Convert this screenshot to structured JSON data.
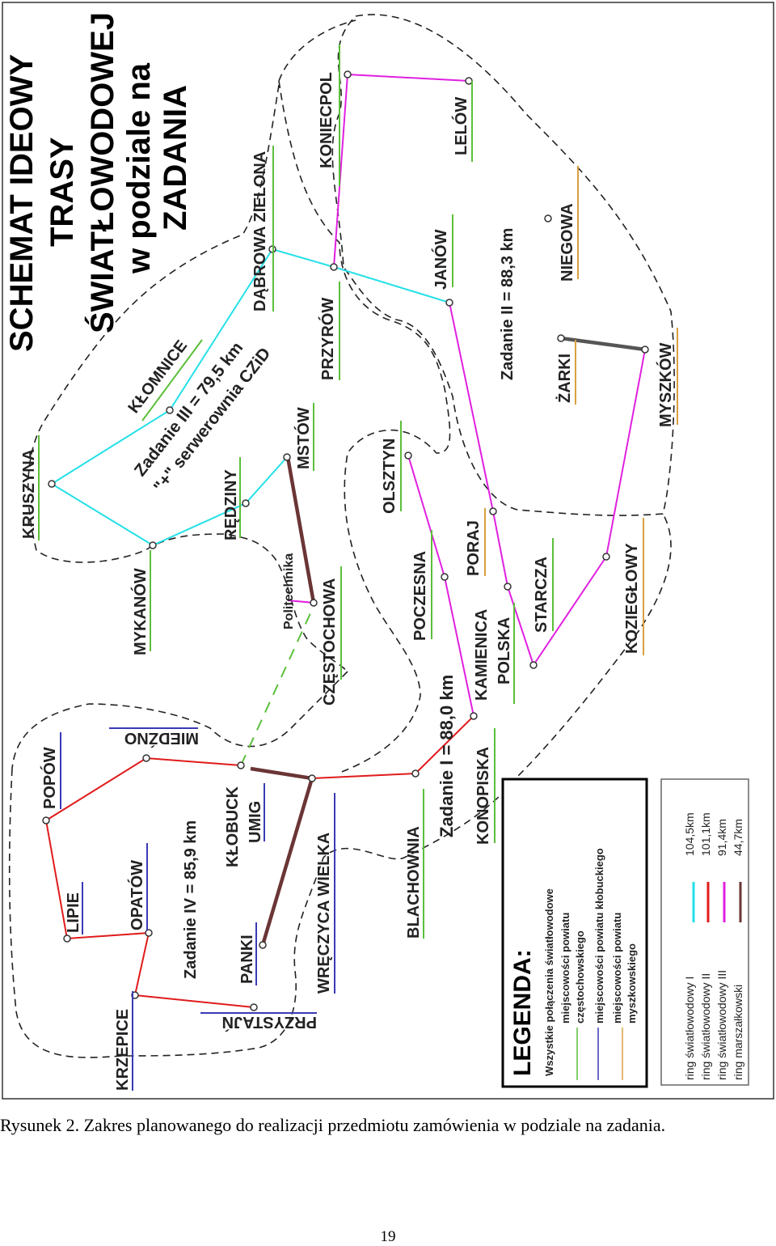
{
  "title": {
    "line1": "SCHEMAT IDEOWY",
    "line2": "TRASY",
    "line3": "ŚWIATŁOWODOWEJ",
    "line4": "w podziale na",
    "line5": "ZADANIA"
  },
  "tasks": {
    "task1": "Zadanie I = 88,0 km",
    "task2": "Zadanie II = 88,3 km",
    "task3a": "Zadanie III = 79,5 km",
    "task3b": "\"+\" serwerownia CZiD",
    "task4": "Zadanie IV = 85,9 km"
  },
  "places": {
    "kruszyna": "KRUSZYNA",
    "klomnice": "KŁOMNICE",
    "dabrowa_zielona": "DĄBROWA ZIELONA",
    "koniecpol": "KONIECPOL",
    "lelow": "LELÓW",
    "mykanow": "MYKANÓW",
    "redziny": "RĘDZINY",
    "mstow": "MSTÓW",
    "przyrow": "PRZYRÓW",
    "janow": "JANÓW",
    "niegowa": "NIEGOWA",
    "politechnika": "Politechnika",
    "czestochowa": "CZĘSTOCHOWA",
    "olsztyn": "OLSZTYN",
    "poczesna": "POCZESNA",
    "poraj": "PORAJ",
    "zarki": "ŻARKI",
    "myszkow": "MYSZKÓW",
    "kamienica_polska_1": "KAMIENICA",
    "kamienica_polska_2": "POLSKA",
    "starcza": "STARCZA",
    "koziegłowy": "KOZIEGŁOWY",
    "popow": "POPÓW",
    "miedzno": "MIEDŹNO",
    "klobuck": "KŁOBUCK",
    "umig": "UMIG",
    "konopiska": "KONOPISKA",
    "blachownia": "BLACHOWNIA",
    "wreczyca_wielka": "WRĘCZYCA WIELKA",
    "lipie": "LIPIE",
    "opatow": "OPATÓW",
    "panki": "PANKI",
    "krzepice": "KRZEPICE",
    "przystajn": "PRZYSTAJŃ"
  },
  "legend": {
    "title": "LEGENDA:",
    "item1": "Wszystkie połączenia światłowodowe",
    "item2a": "miejscowości powiatu",
    "item2b": "częstochowskiego",
    "item3": "miejscowości powiatu kłobuckiego",
    "item4a": "miejscowości powiatu",
    "item4b": "myszkowskiego",
    "color_czestochowski": "#5bbf3a",
    "color_klobucki": "#3a3ab5",
    "color_myszkowski": "#d9a040"
  },
  "rings": {
    "r1_name": "ring światłowodowy I",
    "r1_len": "104,5km",
    "r1_color": "#25e0e8",
    "r2_name": "ring światłowodowy II",
    "r2_len": "101,1km",
    "r2_color": "#e01b1b",
    "r3_name": "ring światłowodowy III",
    "r3_len": "91,4km",
    "r3_color": "#e020e0",
    "r4_name": "ring marszałkowski",
    "r4_len": "44,7km",
    "r4_color": "#6b3535"
  },
  "caption": "Rysunek 2. Zakres planowanego do realizacji przedmiotu zamówienia w podziale na zadania.",
  "page_number": "19"
}
